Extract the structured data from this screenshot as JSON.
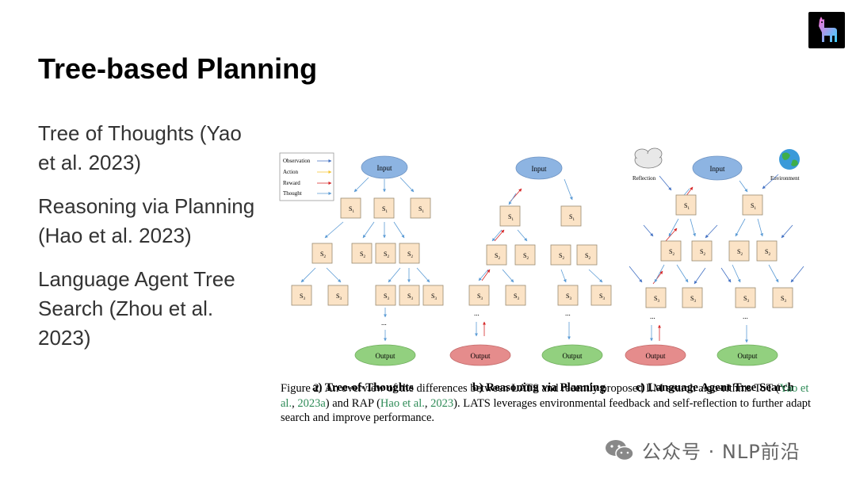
{
  "slide": {
    "title": "Tree-based Planning"
  },
  "bullets": [
    "Tree of Thoughts (Yao et al. 2023)",
    "Reasoning via Planning (Hao et al. 2023)",
    "Language Agent Tree Search (Zhou et al. 2023)"
  ],
  "diagram": {
    "legend": [
      "Observation",
      "Action",
      "Reward",
      "Thought"
    ],
    "colors": {
      "observation": "#4472c4",
      "action": "#f4c430",
      "reward": "#d62728",
      "thought": "#5b9bd5",
      "input": "#8db4e2",
      "output_green": "#92d07f",
      "output_red": "#e58c8c",
      "state": "#fbe3c6"
    },
    "node_input": "Input",
    "node_output": "Output",
    "state_s1": "S",
    "sub1": "1",
    "sub2": "2",
    "sub3": "3",
    "ellipsis": "...",
    "reflection": "Reflection",
    "environment": "Environment",
    "panel_labels": [
      "a) Tree-of-Thoughts",
      "b) Reasoning via Planning",
      "c) Language Agent Tree Search"
    ]
  },
  "caption": {
    "p1": "Figure 2:  An overview of the differences between LATS and recently proposed LM search algo-rithms ToT (",
    "cite1": "Yao et al.",
    "p2": ", ",
    "cite2": "2023a",
    "p3": ") and RAP (",
    "cite3": "Hao et al.",
    "p4": ", ",
    "cite4": "2023",
    "p5": "). LATS leverages environmental feedback and self-reflection to further adapt search and improve performance."
  },
  "watermark": {
    "text": "公众号 · NLP前沿"
  }
}
